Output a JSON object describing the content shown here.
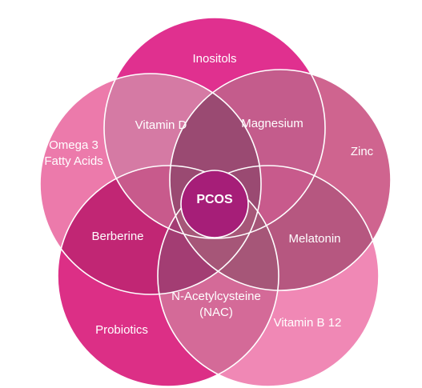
{
  "diagram": {
    "center": {
      "label": "PCOS",
      "color": "#a61e78"
    },
    "sets": [
      {
        "key": "inositols",
        "label": "Inositols",
        "color": "#e0308f"
      },
      {
        "key": "omega3",
        "label": "Omega 3\nFatty Acids",
        "color": "#ec7aab"
      },
      {
        "key": "zinc",
        "label": "Zinc",
        "color": "#cf648f"
      },
      {
        "key": "probiotics",
        "label": "Probiotics",
        "color": "#dc2f86"
      },
      {
        "key": "vitamin_b12",
        "label": "Vitamin B 12",
        "color": "#f088b5"
      }
    ],
    "overlaps": [
      {
        "key": "vitamin_d",
        "label": "Vitamin D",
        "color": "#d57aa4"
      },
      {
        "key": "magnesium",
        "label": "Magnesium",
        "color": "#c45c8c"
      },
      {
        "key": "berberine",
        "label": "Berberine",
        "color": "#c12674"
      },
      {
        "key": "melatonin",
        "label": "Melatonin",
        "color": "#b65780"
      },
      {
        "key": "nac",
        "label": "N-Acetylcysteine\n(NAC)",
        "color": "#d46a98"
      }
    ],
    "colors": {
      "outline": "#ffffff",
      "triple_overlap": "#9a4a72",
      "pcos_center": "#a61e78"
    }
  }
}
